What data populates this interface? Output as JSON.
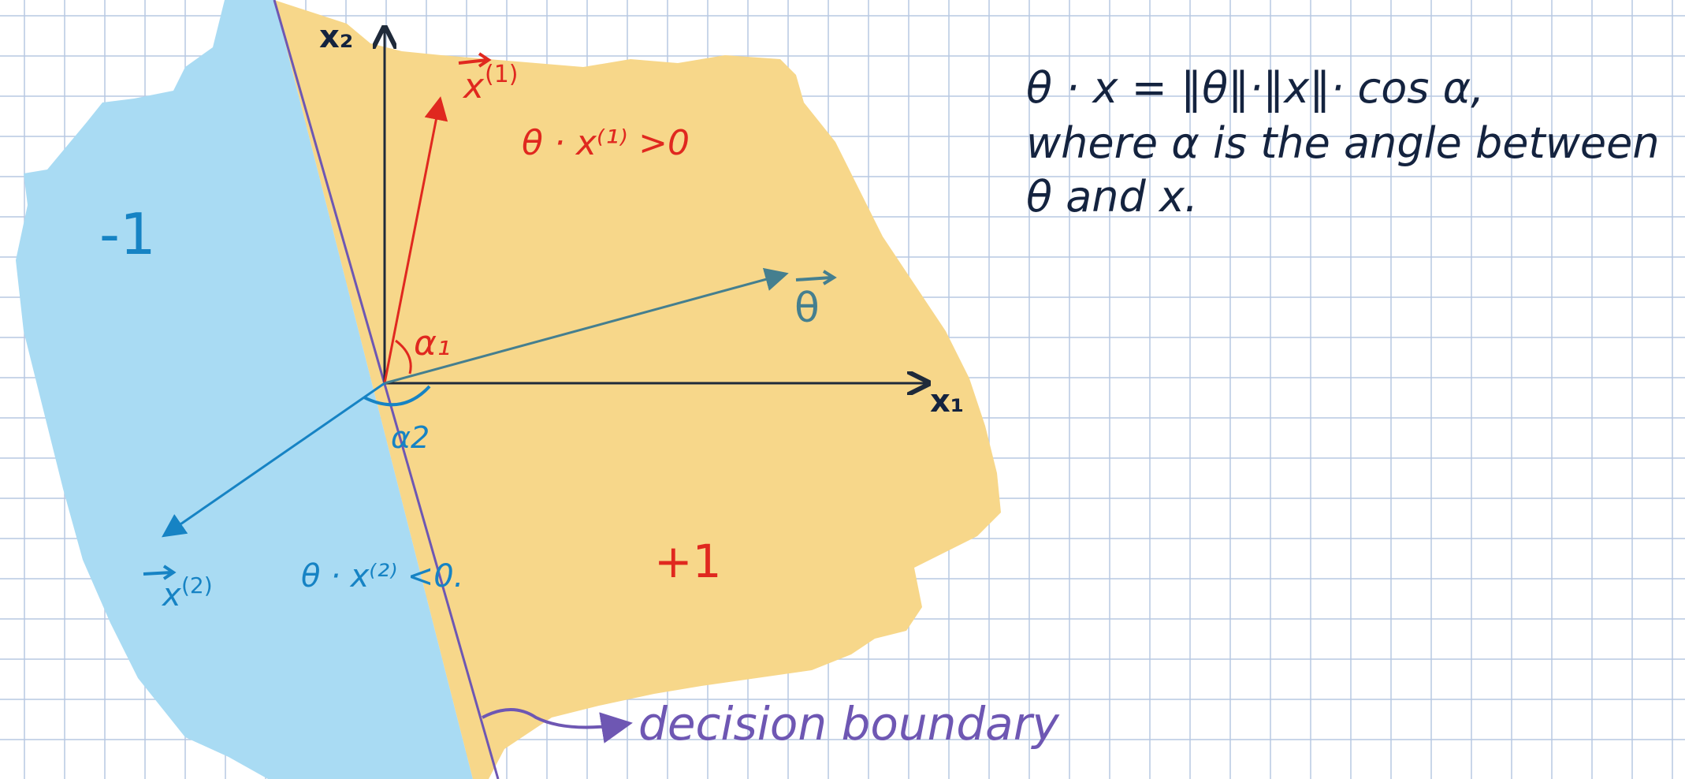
{
  "colors": {
    "grid": "#b7c8e2",
    "positive_region": "#f7d78a",
    "negative_region": "#a9dbf3",
    "axis": "#1f2a3a",
    "red": "#e0281f",
    "blue": "#1683c4",
    "teal": "#457f8f",
    "purple": "#6e57b3",
    "navy": "#14233f"
  },
  "axes": {
    "x_label": "x₁",
    "y_label": "x₂"
  },
  "vectors": {
    "x1_label": "x",
    "x1_superscript": "(1)",
    "theta_label": "θ",
    "x2_label": "x",
    "x2_superscript": "(2)"
  },
  "angles": {
    "alpha1": "α₁",
    "alpha2": "α2"
  },
  "regions": {
    "negative_label": "-1",
    "positive_label": "+1"
  },
  "inequalities": {
    "positive": "θ · x⁽¹⁾ >0",
    "negative": "θ · x⁽²⁾ <0."
  },
  "boundary_label": "decision boundary",
  "notes": {
    "line1": "θ · x = ‖θ‖·‖x‖· cos α,",
    "line2": "where α is the angle between",
    "line3": "θ and x."
  }
}
